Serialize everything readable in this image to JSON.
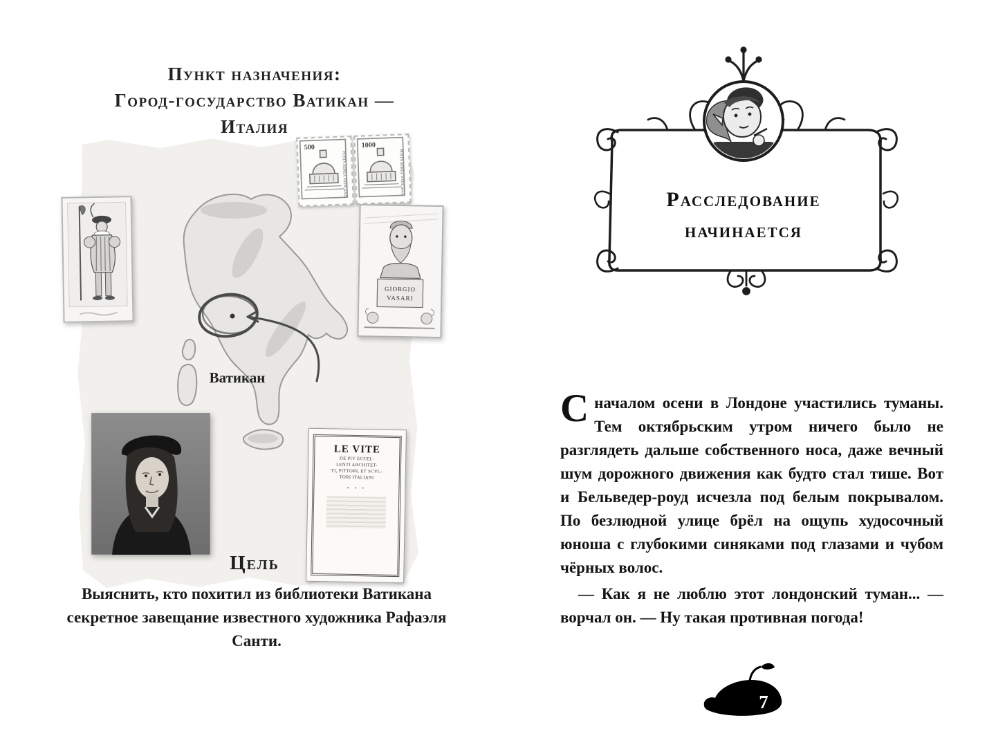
{
  "book": {
    "left_page": {
      "heading": [
        "Пункт назначения:",
        "Город-государство Ватикан —",
        "Италия"
      ],
      "stamps": {
        "value1": "500",
        "value2": "1000",
        "caption": "POSTA AEREA VATICANA"
      },
      "map_label": "Ватикан",
      "vasari_caption_line1": "GIORGIO",
      "vasari_caption_line2": "VASARI",
      "levite": {
        "title": "LE VITE",
        "lines": [
          "DE PIV ECCEL-",
          "LENTI ARCHITET-",
          "TI, PITTORI, ET SCVL-",
          "TORI ITALIANI"
        ],
        "ornament": "• • •"
      },
      "goal_heading": "Цель",
      "goal_text": "Выяснить, кто похитил из библиотеки Ватикана секретное завещание известного художника Рафаэля Санти."
    },
    "right_page": {
      "chapter_title": [
        "Расследование",
        "начинается"
      ],
      "drop_cap": "С",
      "paragraph1": "началом осени в Лондоне участились туманы. Тем октябрьским утром ничего было не разглядеть дальше собственного носа, даже вечный шум дорожного движения как будто стал тише. Вот и Бельведер-роуд исчезла под белым покрывалом. По безлюдной улице брёл на ощупь худосочный юноша с глубокими синяками под глазами и чубом чёрных волос.",
      "paragraph2": "— Как я не люблю этот лондонский туман... — ворчал он. — Ну такая противная погода!",
      "page_number": "7"
    }
  }
}
